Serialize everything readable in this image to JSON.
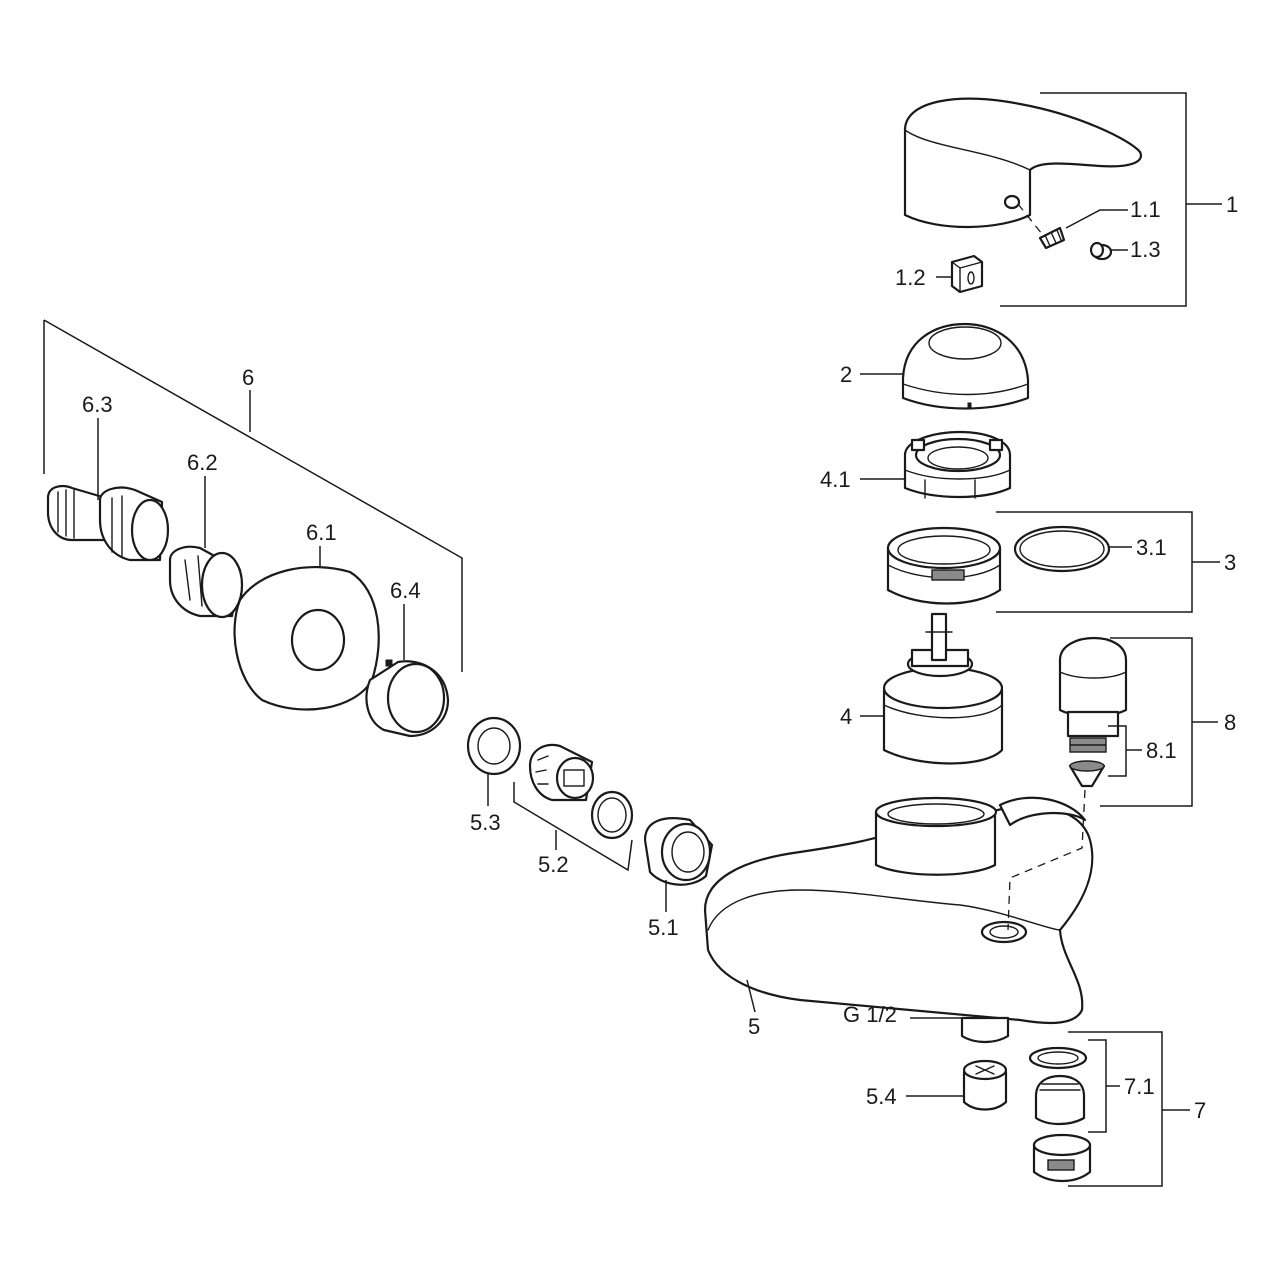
{
  "labels": {
    "l1": "1",
    "l1_1": "1.1",
    "l1_2": "1.2",
    "l1_3": "1.3",
    "l2": "2",
    "l3": "3",
    "l3_1": "3.1",
    "l4": "4",
    "l4_1": "4.1",
    "l5": "5",
    "l5_1": "5.1",
    "l5_2": "5.2",
    "l5_3": "5.3",
    "l5_4": "5.4",
    "l6": "6",
    "l6_1": "6.1",
    "l6_2": "6.2",
    "l6_3": "6.3",
    "l6_4": "6.4",
    "l7": "7",
    "l7_1": "7.1",
    "l8": "8",
    "l8_1": "8.1",
    "thread": "G 1/2"
  }
}
